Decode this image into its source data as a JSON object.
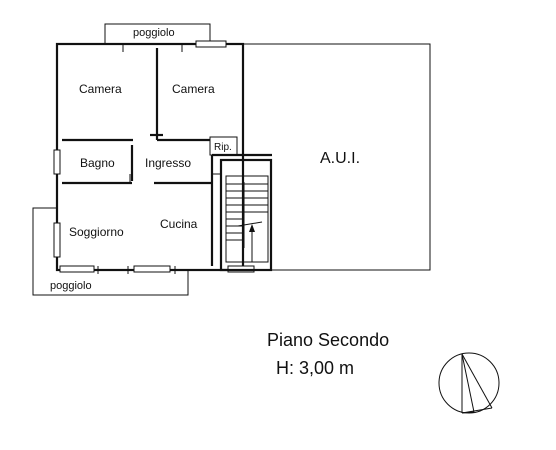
{
  "rooms": {
    "camera_left": "Camera",
    "camera_right": "Camera",
    "bagno": "Bagno",
    "ingresso": "Ingresso",
    "rip": "Rip.",
    "soggiorno": "Soggiorno",
    "cucina": "Cucina",
    "aui": "A.U.I."
  },
  "balconies": {
    "top": "poggiolo",
    "bottom": "poggiolo"
  },
  "floor": {
    "name": "Piano Secondo",
    "height": "H: 3,00 m"
  },
  "icons": {
    "compass": "north-arrow-icon"
  }
}
